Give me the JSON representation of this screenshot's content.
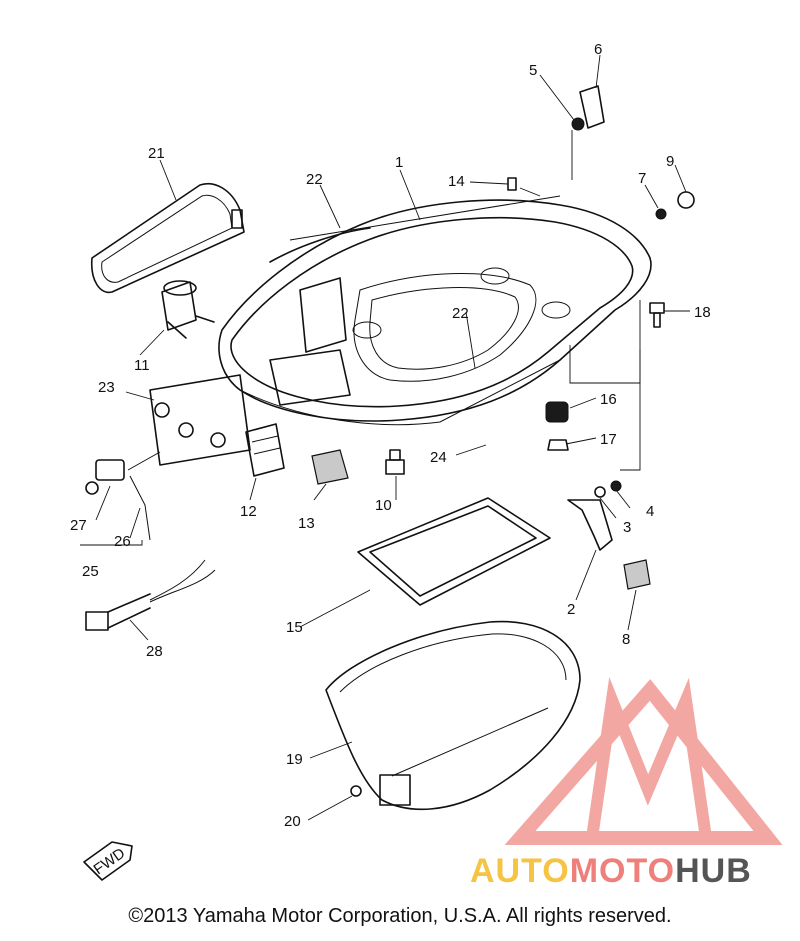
{
  "diagram": {
    "callouts": [
      "1",
      "2",
      "3",
      "4",
      "5",
      "6",
      "7",
      "8",
      "9",
      "10",
      "11",
      "12",
      "13",
      "14",
      "15",
      "16",
      "17",
      "18",
      "19",
      "20",
      "21",
      "22",
      "22",
      "23",
      "24",
      "25",
      "26",
      "27",
      "28"
    ],
    "fwd_label": "FWD"
  },
  "watermark": {
    "parts": [
      "AUTO",
      "MOTO",
      "HUB"
    ],
    "colors": {
      "auto": "#f6c343",
      "moto": "#ef7f7a",
      "hub": "#555555",
      "logo": "#ef8a84"
    }
  },
  "copyright": "©2013 Yamaha Motor Corporation, U.S.A. All rights reserved."
}
